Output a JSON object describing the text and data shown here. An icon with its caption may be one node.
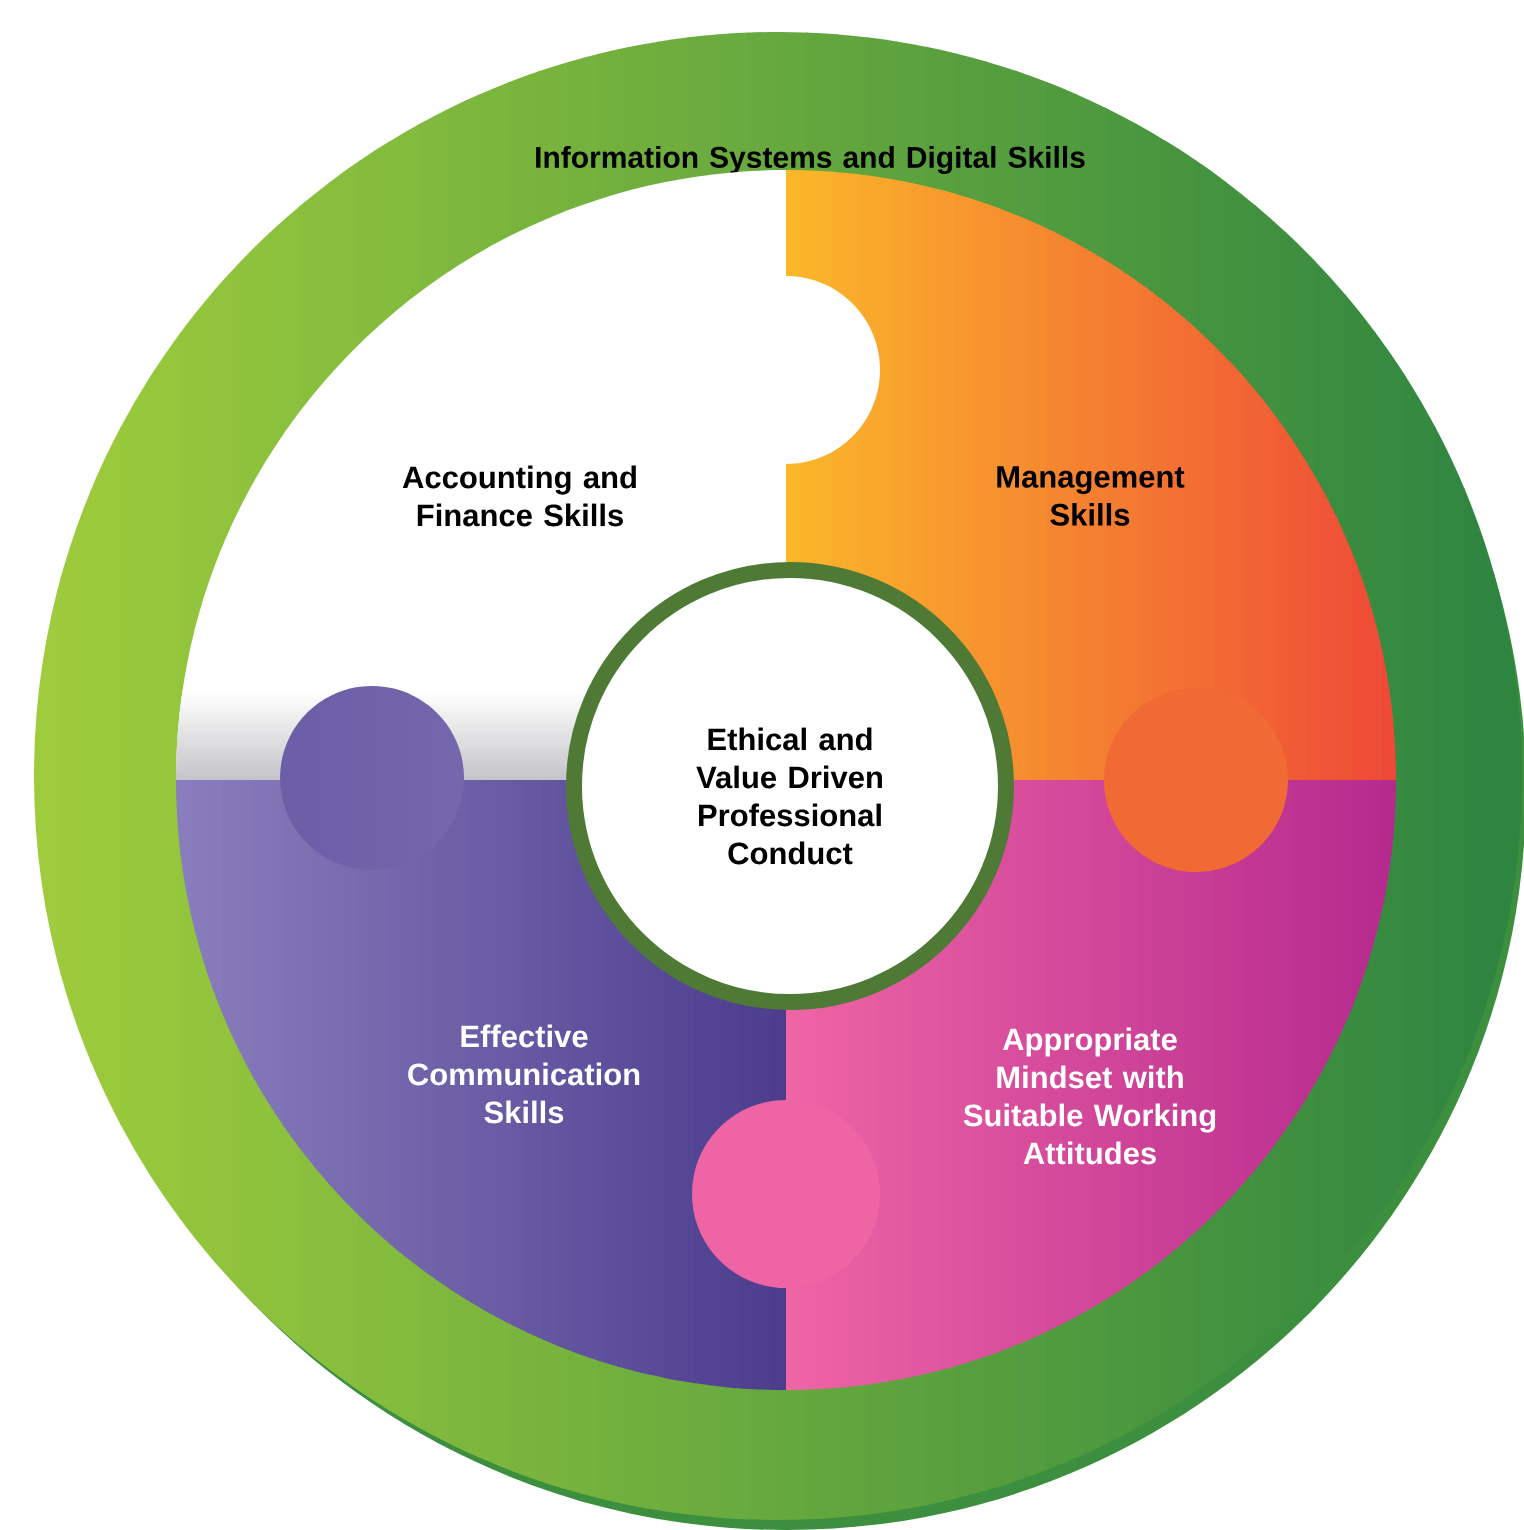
{
  "diagram": {
    "nodes": [
      {
        "text": [
          "Information Systems and Digital Skills"
        ]
      },
      {
        "text": [
          "Accounting and Finance Skills"
        ],
        "in": 0
      },
      {
        "text": [
          "Management Skills"
        ],
        "in": 0
      },
      {
        "text": [
          "Effective Communication Skills"
        ],
        "in": 0
      },
      {
        "text": [
          "Appropriate Mindset with Suitable Working Attitudes"
        ],
        "in": 0
      },
      {
        "text": [
          "Ethical and Value Driven Professional Conduct"
        ],
        "in": 0
      }
    ]
  }
}
